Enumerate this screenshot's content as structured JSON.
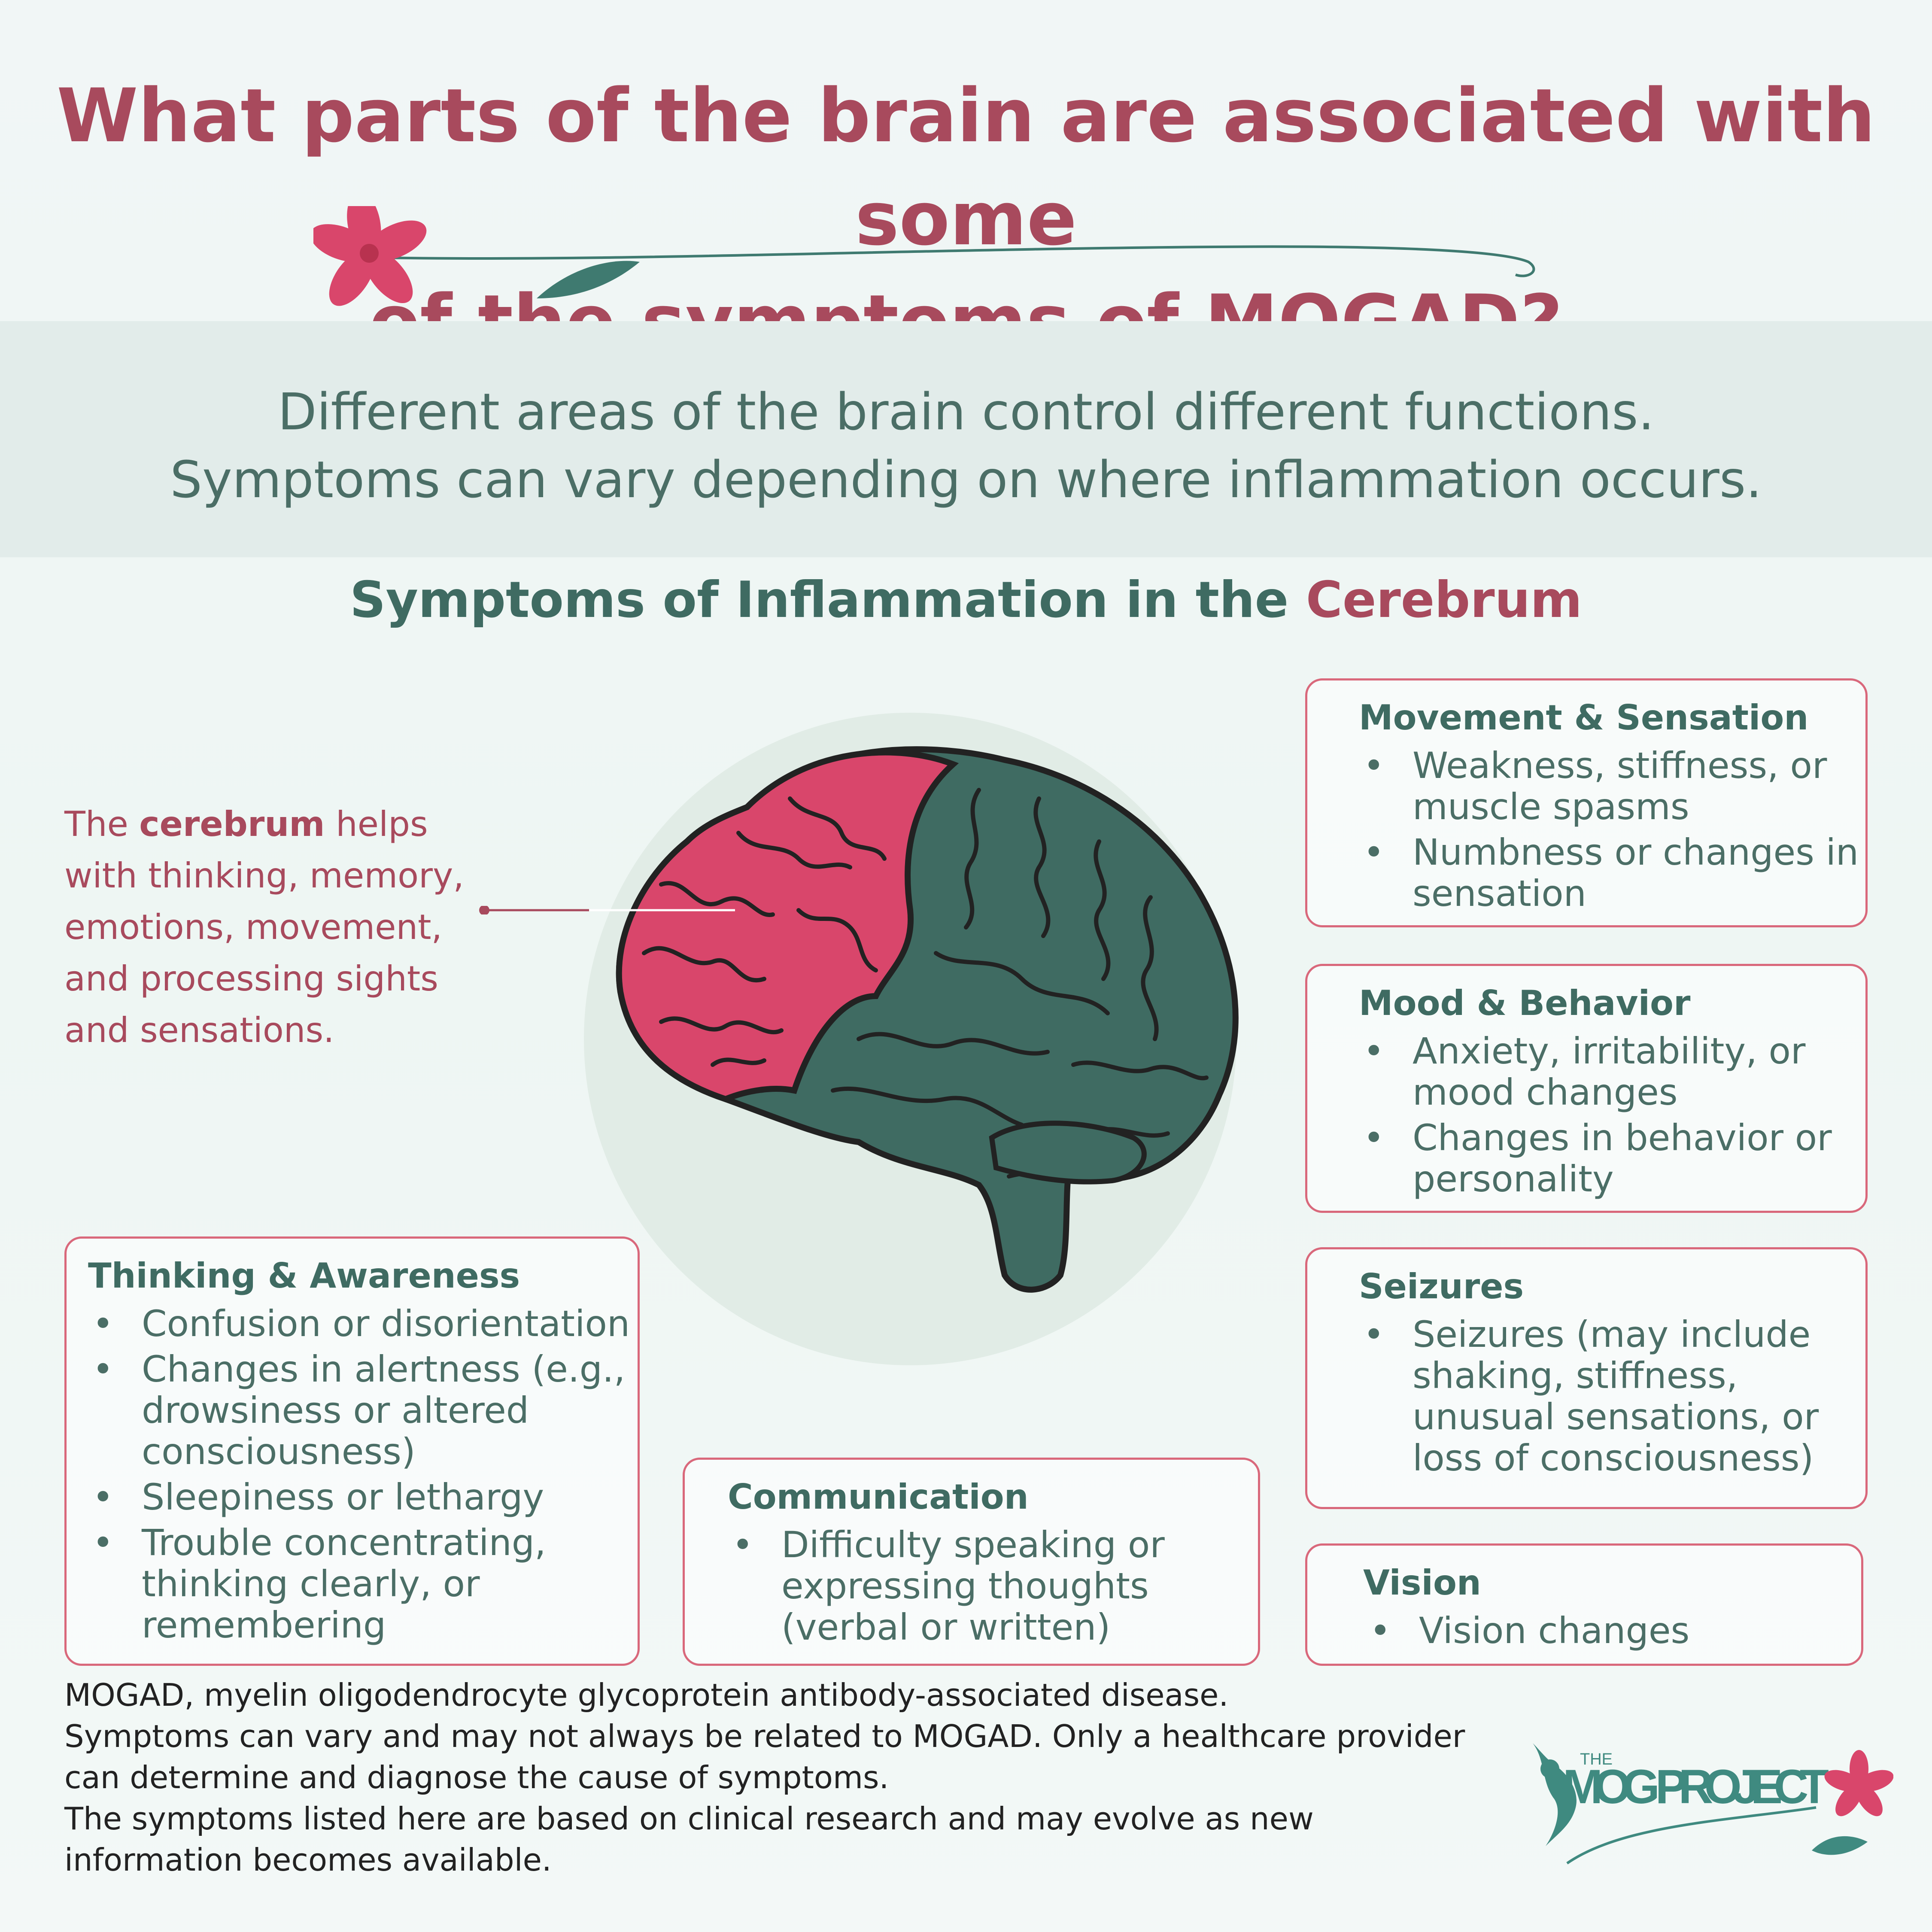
{
  "title": {
    "line1": "What parts of the brain are associated with some",
    "line2": "of the symptoms of MOGAD?"
  },
  "intro_band": {
    "line1": "Different areas of the brain control different functions.",
    "line2": "Symptoms can vary depending on where inflammation occurs."
  },
  "section": {
    "title_prefix": "Symptoms of Inflammation in the ",
    "title_accent": "Cerebrum"
  },
  "cerebrum_note": {
    "prefix": "The ",
    "bold": "cerebrum",
    "rest": " helps with thinking, memory, emotions, movement, and processing sights and sensations."
  },
  "boxes": {
    "movement": {
      "heading": "Movement & Sensation",
      "items": [
        "Weakness, stiffness, or muscle spasms",
        "Numbness or changes in sensation"
      ]
    },
    "mood": {
      "heading": "Mood & Behavior",
      "items": [
        "Anxiety, irritability, or mood changes",
        "Changes in behavior or personality"
      ]
    },
    "seizures": {
      "heading": "Seizures",
      "items": [
        "Seizures (may include shaking, stiffness, unusual sensations, or loss of consciousness)"
      ]
    },
    "vision": {
      "heading": "Vision",
      "items": [
        "Vision changes"
      ]
    },
    "thinking": {
      "heading": "Thinking & Awareness",
      "items": [
        "Confusion or disorientation",
        "Changes in alertness (e.g., drowsiness or altered consciousness)",
        "Sleepiness or lethargy",
        "Trouble concentrating, thinking clearly, or remembering"
      ]
    },
    "communication": {
      "heading": "Communication",
      "items": [
        "Difficulty speaking or expressing thoughts (verbal or written)"
      ]
    }
  },
  "bullet": "•",
  "footnotes": {
    "line1": "MOGAD, myelin oligodendrocyte glycoprotein antibody-associated disease.",
    "line2": "Symptoms can vary and may not always be related to MOGAD. Only a healthcare provider",
    "line3": "can determine and diagnose the cause of symptoms.",
    "line4": "The symptoms listed here are based on clinical research and may evolve as new",
    "line5": "information becomes available."
  },
  "logo": {
    "small": "THE",
    "main": "MOG PROJECT"
  },
  "colors": {
    "rose": "#a84a5d",
    "pink": "#d9466b",
    "teal": "#3f6b62",
    "box_border": "#d9687b"
  }
}
